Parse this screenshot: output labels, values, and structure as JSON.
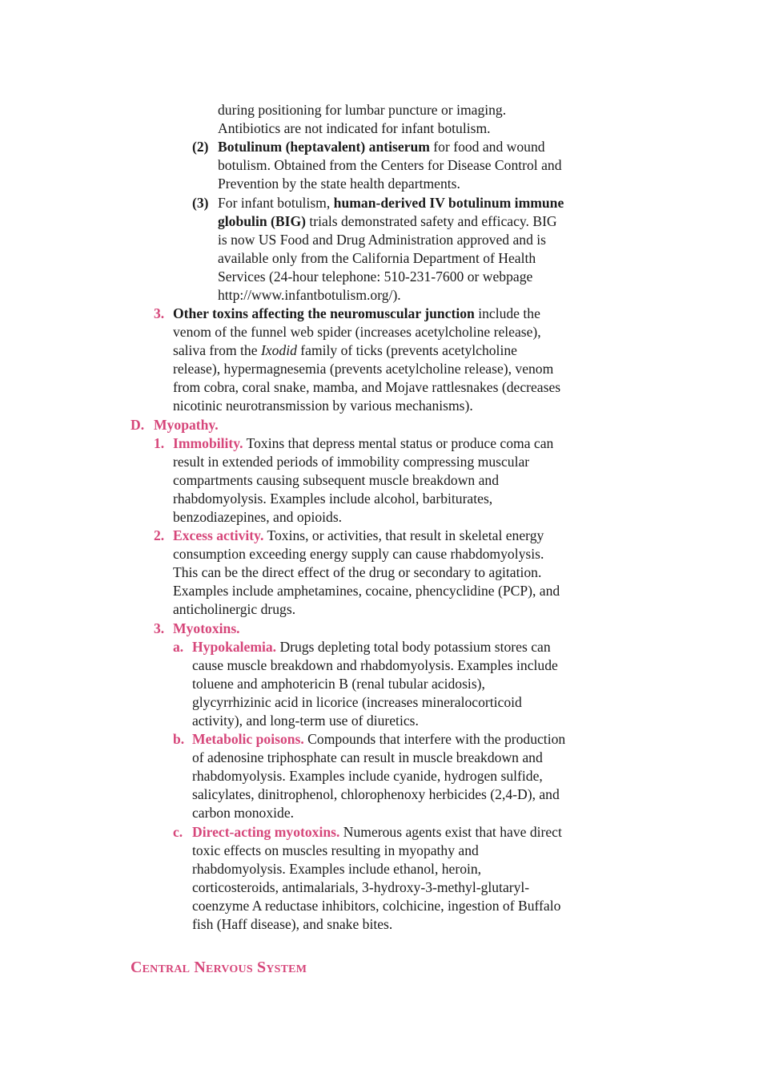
{
  "blocks": {
    "l1": "during positioning for lumbar puncture or imaging.",
    "l2": "Antibiotics are not indicated for infant botulism.",
    "n2": "(2)",
    "l3b": "Botulinum (heptavalent) antiserum",
    "l3": " for food and wound",
    "l4": "botulism. Obtained from the Centers for Disease Control and",
    "l5": "Prevention by the state health departments.",
    "n3": "(3)",
    "l6a": "For infant botulism, ",
    "l6b": "human-derived IV botulinum immune",
    "l7b": "globulin (BIG)",
    "l7": " trials demonstrated safety and efficacy. BIG",
    "l8": "is now US Food and Drug Administration approved and is",
    "l9": "available only from the California Department of Health",
    "l10": "Services (24-hour telephone: 510-231-7600 or webpage",
    "l11": "http://www.infantbotulism.org/).",
    "c3num": "3.",
    "l12b": "Other toxins affecting the neuromuscular junction",
    "l12": " include the",
    "l13": "venom of the funnel web spider (increases acetylcholine release),",
    "l14a": "saliva from the ",
    "l14i": "Ixodid",
    "l14c": " family of ticks (prevents acetylcholine",
    "l15": "release), hypermagnesemia (prevents acetylcholine release), venom",
    "l16": "from cobra, coral snake, mamba, and Mojave rattlesnakes (decreases",
    "l17": "nicotinic neurotransmission by various mechanisms).",
    "dnum": "D.",
    "dtitle": "Myopathy.",
    "d1num": "1.",
    "d1title": "Immobility.",
    "d1a": " Toxins that depress mental status or produce coma can",
    "d1b": "result in extended periods of immobility compressing muscular",
    "d1c": "compartments causing subsequent muscle breakdown and",
    "d1d": "rhabdomyolysis. Examples include alcohol, barbiturates,",
    "d1e": "benzodiazepines, and opioids.",
    "d2num": "2.",
    "d2title": "Excess activity.",
    "d2a": " Toxins, or activities, that result in skeletal energy",
    "d2b": "consumption exceeding energy supply can cause rhabdomyolysis.",
    "d2c": "This can be the direct effect of the drug or secondary to agitation.",
    "d2d": "Examples include amphetamines, cocaine, phencyclidine (PCP), and",
    "d2e": "anticholinergic drugs.",
    "d3num": "3.",
    "d3title": "Myotoxins.",
    "anum": "a.",
    "atitle": "Hypokalemia.",
    "a1": " Drugs depleting total body potassium stores can",
    "a2": "cause muscle breakdown and rhabdomyolysis. Examples include",
    "a3": "toluene and amphotericin B (renal tubular acidosis),",
    "a4": "glycyrrhizinic acid in licorice (increases mineralocorticoid",
    "a5": "activity), and long-term use of diuretics.",
    "bnum": "b.",
    "btitle": "Metabolic poisons.",
    "b1": " Compounds that interfere with the production",
    "b2": "of adenosine triphosphate can result in muscle breakdown and",
    "b3": "rhabdomyolysis. Examples include cyanide, hydrogen sulfide,",
    "b4": "salicylates, dinitrophenol, chlorophenoxy herbicides (2,4-D), and",
    "b5": "carbon monoxide.",
    "cnum": "c.",
    "ctitle": "Direct-acting myotoxins.",
    "c1": " Numerous agents exist that have direct",
    "c2": "toxic effects on muscles resulting in myopathy and",
    "c3": "rhabdomyolysis. Examples include ethanol, heroin,",
    "c4": "corticosteroids, antimalarials, 3-hydroxy-3-methyl-glutaryl-",
    "c5": "coenzyme A reductase inhibitors, colchicine, ingestion of Buffalo",
    "c6": "fish (Haff disease), and snake bites."
  },
  "section_heading": "Central Nervous System",
  "colors": {
    "accent": "#d6467a",
    "text": "#1a1a1a"
  }
}
